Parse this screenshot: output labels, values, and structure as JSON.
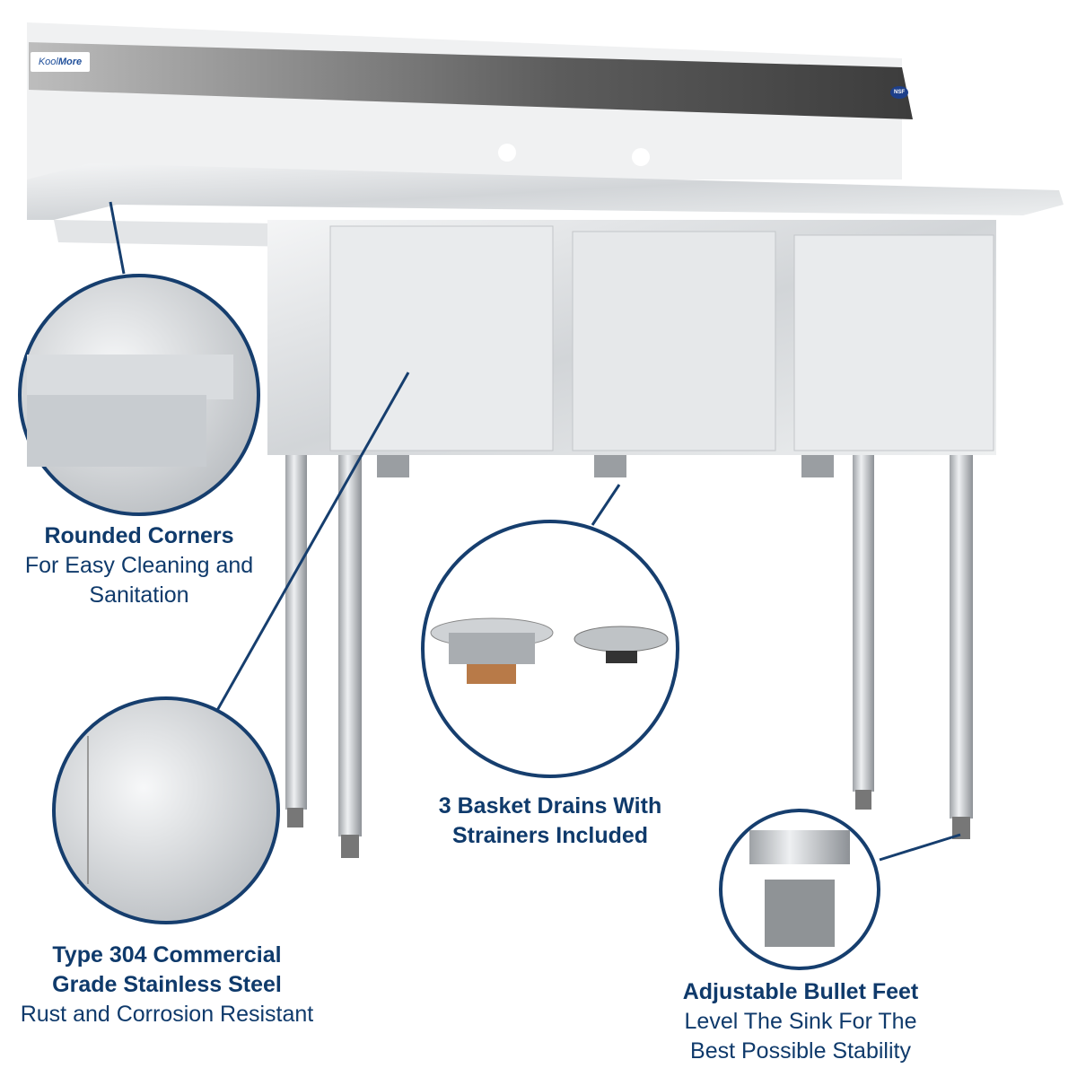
{
  "brand": {
    "logo_text_a": "Kool",
    "logo_text_b": "More",
    "cert_badge": "NSF"
  },
  "colors": {
    "text": "#0f3a6b",
    "callout_line": "#163e6e",
    "steel": "#c9ccd0"
  },
  "features": [
    {
      "title": "Rounded Corners",
      "lines": [
        "For Easy Cleaning and",
        "Sanitation"
      ]
    },
    {
      "title_lines": [
        "Type 304 Commercial",
        "Grade Stainless Steel"
      ],
      "subtitle": "Rust and Corrosion Resistant"
    },
    {
      "title_lines": [
        "3 Basket Drains With",
        "Strainers Included"
      ]
    },
    {
      "title": "Adjustable Bullet Feet",
      "lines": [
        "Level The Sink For The",
        "Best Possible Stability"
      ]
    }
  ]
}
